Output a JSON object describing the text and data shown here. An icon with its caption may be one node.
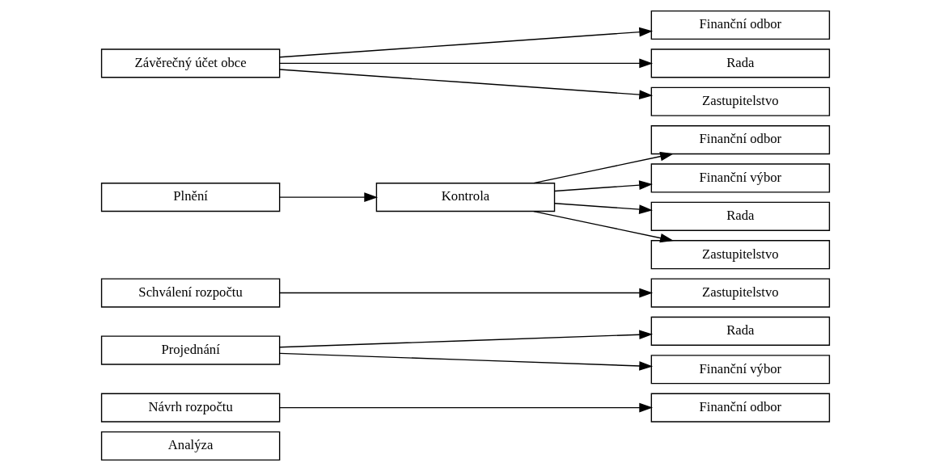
{
  "diagram": {
    "nodes": [
      {
        "text": [
          "Analýza"
        ]
      },
      {
        "text": [
          "Návrh rozpočtu"
        ]
      },
      {
        "text": [
          "Projednání"
        ]
      },
      {
        "text": [
          "Finanční odbor"
        ]
      },
      {
        "text": [
          "Rada"
        ]
      },
      {
        "text": [
          "Finanční výbor"
        ]
      },
      {
        "text": [
          "Schválení rozpočtu"
        ]
      },
      {
        "text": [
          "Plnění"
        ]
      },
      {
        "text": [
          "Zastupitelstvo"
        ]
      },
      {
        "text": [
          "Kontrola"
        ]
      },
      {
        "text": [
          "Finanční odbor"
        ]
      },
      {
        "text": [
          "Finanční výbor"
        ]
      },
      {
        "text": [
          "Rada"
        ]
      },
      {
        "text": [
          "Zastupitelstvo"
        ]
      },
      {
        "text": [
          "Závěrečný účet obce"
        ]
      },
      {
        "text": [
          "Finanční odbor"
        ]
      },
      {
        "text": [
          "Rada"
        ]
      },
      {
        "text": [
          "Zastupitelstvo"
        ]
      }
    ],
    "edges": [
      {
        "from": 1,
        "to": 3,
        "arrow": "to"
      },
      {
        "from": 2,
        "to": 4,
        "arrow": "to"
      },
      {
        "from": 2,
        "to": 5,
        "arrow": "to"
      },
      {
        "from": 6,
        "to": 8,
        "arrow": "to"
      },
      {
        "from": 7,
        "to": 9,
        "arrow": "to"
      },
      {
        "from": 9,
        "to": 10,
        "arrow": "to"
      },
      {
        "from": 9,
        "to": 11,
        "arrow": "to"
      },
      {
        "from": 9,
        "to": 12,
        "arrow": "to"
      },
      {
        "from": 9,
        "to": 13,
        "arrow": "to"
      },
      {
        "from": 14,
        "to": 15,
        "arrow": "to"
      },
      {
        "from": 14,
        "to": 16,
        "arrow": "to"
      },
      {
        "from": 14,
        "to": 17,
        "arrow": "to"
      }
    ]
  }
}
